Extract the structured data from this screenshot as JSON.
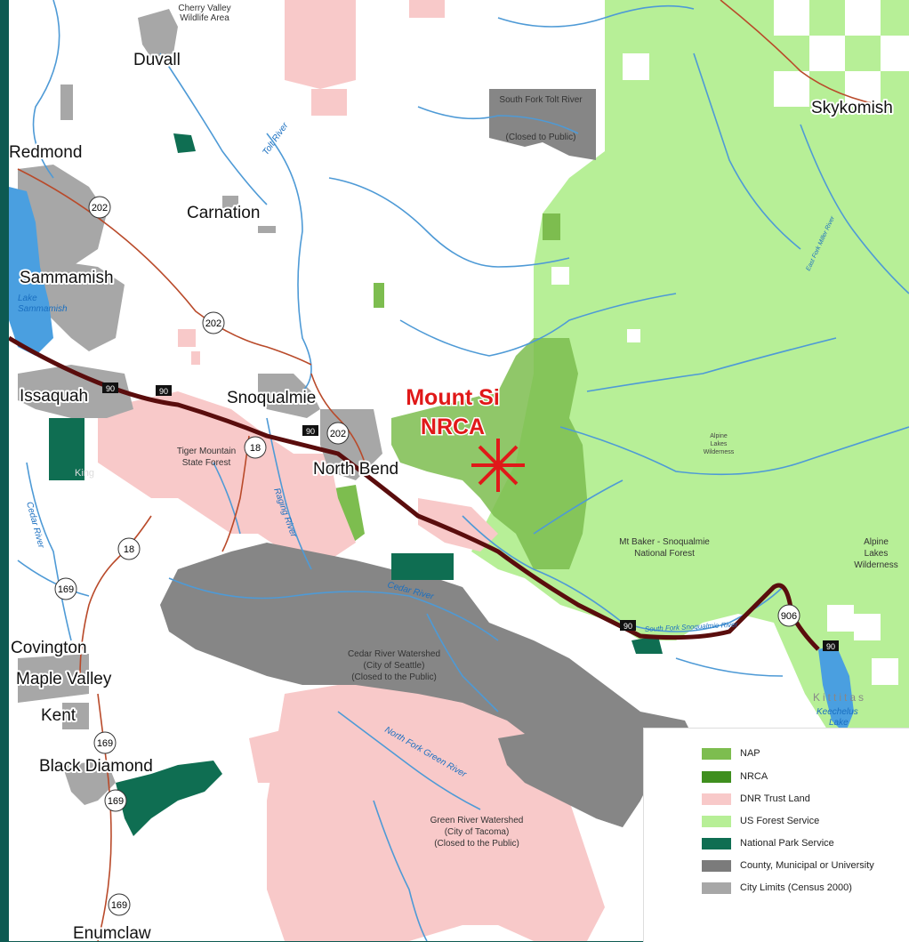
{
  "map": {
    "title_line1": "Mount Si",
    "title_line2": "NRCA",
    "cities": {
      "duvall": "Duvall",
      "redmond": "Redmond",
      "carnation": "Carnation",
      "sammamish": "Sammamish",
      "issaquah": "Issaquah",
      "snoqualmie": "Snoqualmie",
      "north_bend": "North Bend",
      "covington": "Covington",
      "maple_valley": "Maple Valley",
      "kent": "Kent",
      "black_diamond": "Black Diamond",
      "enumclaw": "Enumclaw",
      "skykomish": "Skykomish"
    },
    "areas": {
      "cherry_valley_1": "Cherry Valley",
      "cherry_valley_2": "Wildlife Area",
      "south_fork_tolt_1": "South Fork Tolt River",
      "south_fork_tolt_2": "(Closed to Public)",
      "tiger_mountain_1": "Tiger Mountain",
      "tiger_mountain_2": "State Forest",
      "alpine_small_1": "Alpine",
      "alpine_small_2": "Lakes",
      "alpine_small_3": "Wilderness",
      "mt_baker_1": "Mt Baker - Snoqualmie",
      "mt_baker_2": "National Forest",
      "alpine_big_1": "Alpine",
      "alpine_big_2": "Lakes",
      "alpine_big_3": "Wilderness",
      "cedar_ws_1": "Cedar River Watershed",
      "cedar_ws_2": "(City of Seattle)",
      "cedar_ws_3": "(Closed to the Public)",
      "green_ws_1": "Green River Watershed",
      "green_ws_2": "(City of Tacoma)",
      "green_ws_3": "(Closed to the Public)",
      "kittitas": "Kittitas",
      "king": "King"
    },
    "water": {
      "lake_sammamish_1": "Lake",
      "lake_sammamish_2": "Sammamish",
      "tolt_river": "Tolt River",
      "raging_river": "Raging River",
      "cedar_river_w": "Cedar River",
      "cedar_river": "Cedar River",
      "nf_green_river": "North Fork Green River",
      "sf_snoqualmie": "South Fork Snoqualmie River",
      "east_fork_miller": "East Fork Miller River",
      "keechelus_1": "Keechelus",
      "keechelus_2": "Lake"
    },
    "routes": {
      "r202a": "202",
      "r202b": "202",
      "r202c": "202",
      "r18a": "18",
      "r18b": "18",
      "r169a": "169",
      "r169b": "169",
      "r169c": "169",
      "r169d": "169",
      "r906": "906",
      "i90a": "90",
      "i90b": "90",
      "i90c": "90",
      "i90d": "90",
      "i90e": "90"
    },
    "colors": {
      "nap": "#7dbd4f",
      "nrca": "#3f8f1e",
      "dnr": "#f8c9c9",
      "usfs": "#b7ef97",
      "nps": "#0f6e52",
      "county": "#7b7b7b",
      "city": "#a7a7a7",
      "river": "#4e9ad6",
      "i90": "#5a0d0d",
      "highway": "#b94a2a",
      "marker": "#e01919",
      "frame": "#0d5a52"
    }
  },
  "legend": {
    "items": [
      {
        "label": "NAP",
        "color": "#7dbd4f"
      },
      {
        "label": "NRCA",
        "color": "#3f8f1e"
      },
      {
        "label": "DNR Trust Land",
        "color": "#f8c9c9"
      },
      {
        "label": "US Forest Service",
        "color": "#b7ef97"
      },
      {
        "label": "National Park Service",
        "color": "#0f6e52"
      },
      {
        "label": "County, Municipal or University",
        "color": "#7b7b7b"
      },
      {
        "label": "City Limits (Census 2000)",
        "color": "#a7a7a7"
      }
    ]
  }
}
